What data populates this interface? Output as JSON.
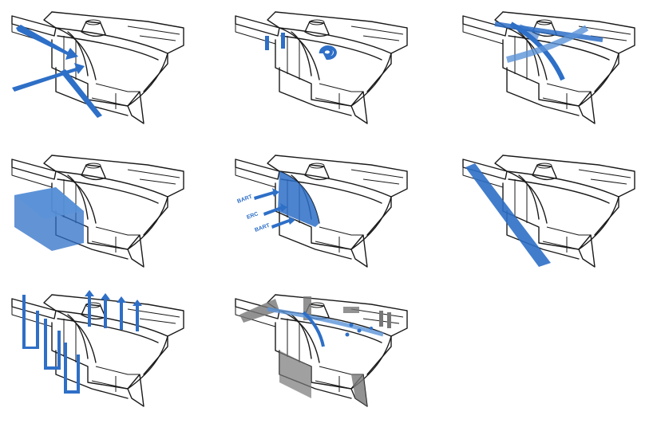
{
  "colors": {
    "accent": "#2e6fc7",
    "accent_light": "#5b93d8",
    "ink": "#1a1a1a",
    "gray": "#777777"
  },
  "panels": [
    {
      "id": "p1"
    },
    {
      "id": "p2"
    },
    {
      "id": "p3"
    },
    {
      "id": "p4"
    },
    {
      "id": "p5",
      "labels": [
        "BART",
        "ERC",
        "BART"
      ]
    },
    {
      "id": "p6"
    },
    {
      "id": "p7"
    },
    {
      "id": "p8"
    }
  ]
}
